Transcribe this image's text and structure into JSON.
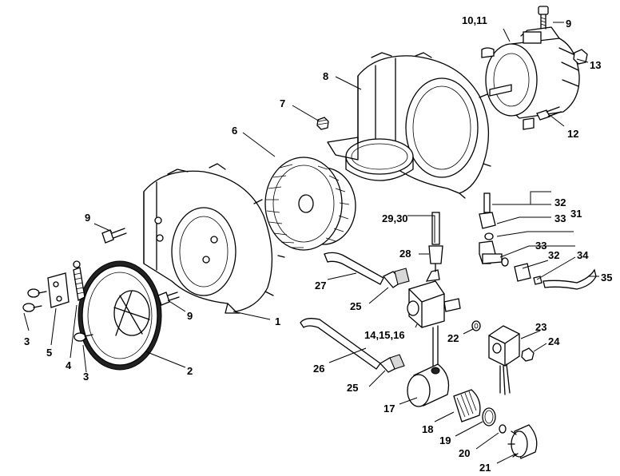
{
  "labels": {
    "p1": "1",
    "p2": "2",
    "p3a": "3",
    "p3b": "3",
    "p4": "4",
    "p5": "5",
    "p6": "6",
    "p7": "7",
    "p8": "8",
    "p9a": "9",
    "p9b": "9",
    "p9c": "9",
    "p10": "10,11",
    "p12": "12",
    "p13": "13",
    "p14": "14,15,16",
    "p17": "17",
    "p18": "18",
    "p19": "19",
    "p20": "20",
    "p21": "21",
    "p22": "22",
    "p23": "23",
    "p24": "24",
    "p25a": "25",
    "p25b": "25",
    "p26": "26",
    "p27": "27",
    "p28": "28",
    "p29": "29,30",
    "p31": "31",
    "p32a": "32",
    "p32b": "32",
    "p33a": "33",
    "p33b": "33",
    "p34": "34",
    "p35": "35"
  }
}
